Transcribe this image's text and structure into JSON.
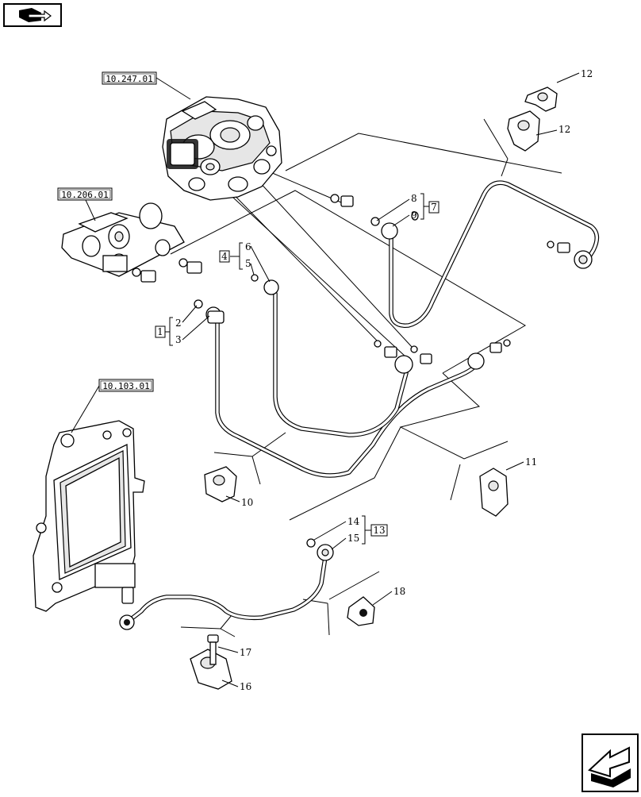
{
  "navigation": {
    "top_icon": "book-arrow-icon",
    "bottom_icon": "back-arrow-icon"
  },
  "references": {
    "fuel_pump": "10.247.01",
    "filter_head": "10.206.01",
    "ecu": "10.103.01"
  },
  "callouts": {
    "c1": "1",
    "c2": "2",
    "c3": "3",
    "c4": "4",
    "c5": "5",
    "c6": "6",
    "c7": "7",
    "c8": "8",
    "c9": "9",
    "c10": "10",
    "c11": "11",
    "c12a": "12",
    "c12b": "12",
    "c13": "13",
    "c14": "14",
    "c15": "15",
    "c16": "16",
    "c17": "17",
    "c18": "18"
  }
}
